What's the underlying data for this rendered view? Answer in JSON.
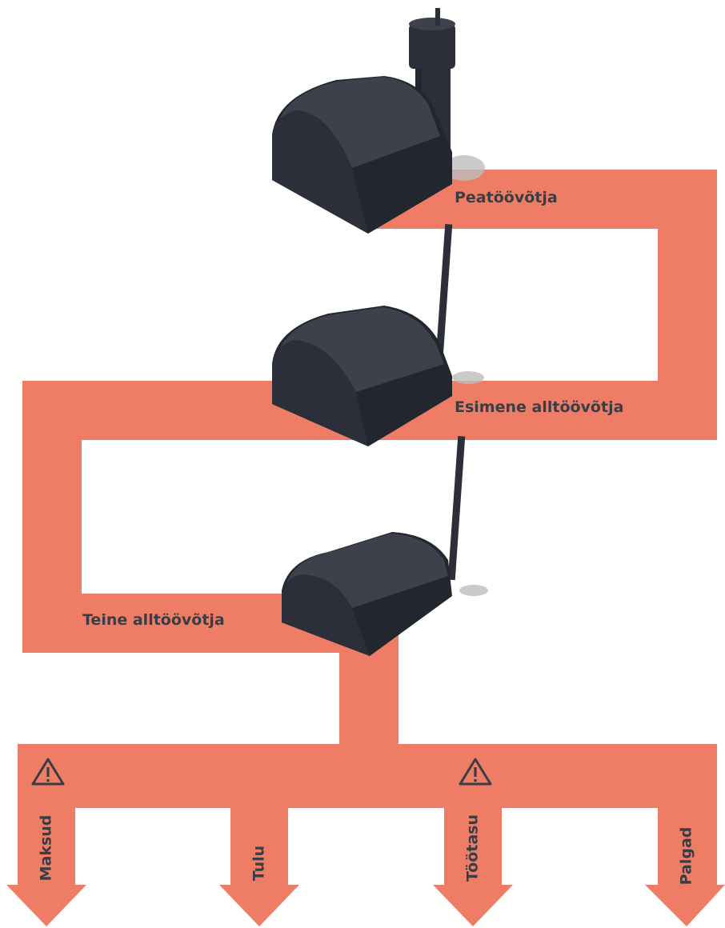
{
  "colors": {
    "flow": "#ef7d66",
    "tank": "#2c2f39",
    "tank_side": "#23262e",
    "tank_top": "#3d414c",
    "shadow": "#bdbdbd",
    "label": "#3a3d45"
  },
  "icons": [
    "factory-tank-icon",
    "warning-triangle-icon"
  ],
  "stages": [
    {
      "label": "Peatöövõtja"
    },
    {
      "label": "Esimene alltöövõtja"
    },
    {
      "label": "Teine alltöövõtja"
    }
  ],
  "outputs": [
    {
      "label": "Maksud"
    },
    {
      "label": "Tulu"
    },
    {
      "label": "Töötasu"
    },
    {
      "label": "Palgad"
    }
  ]
}
